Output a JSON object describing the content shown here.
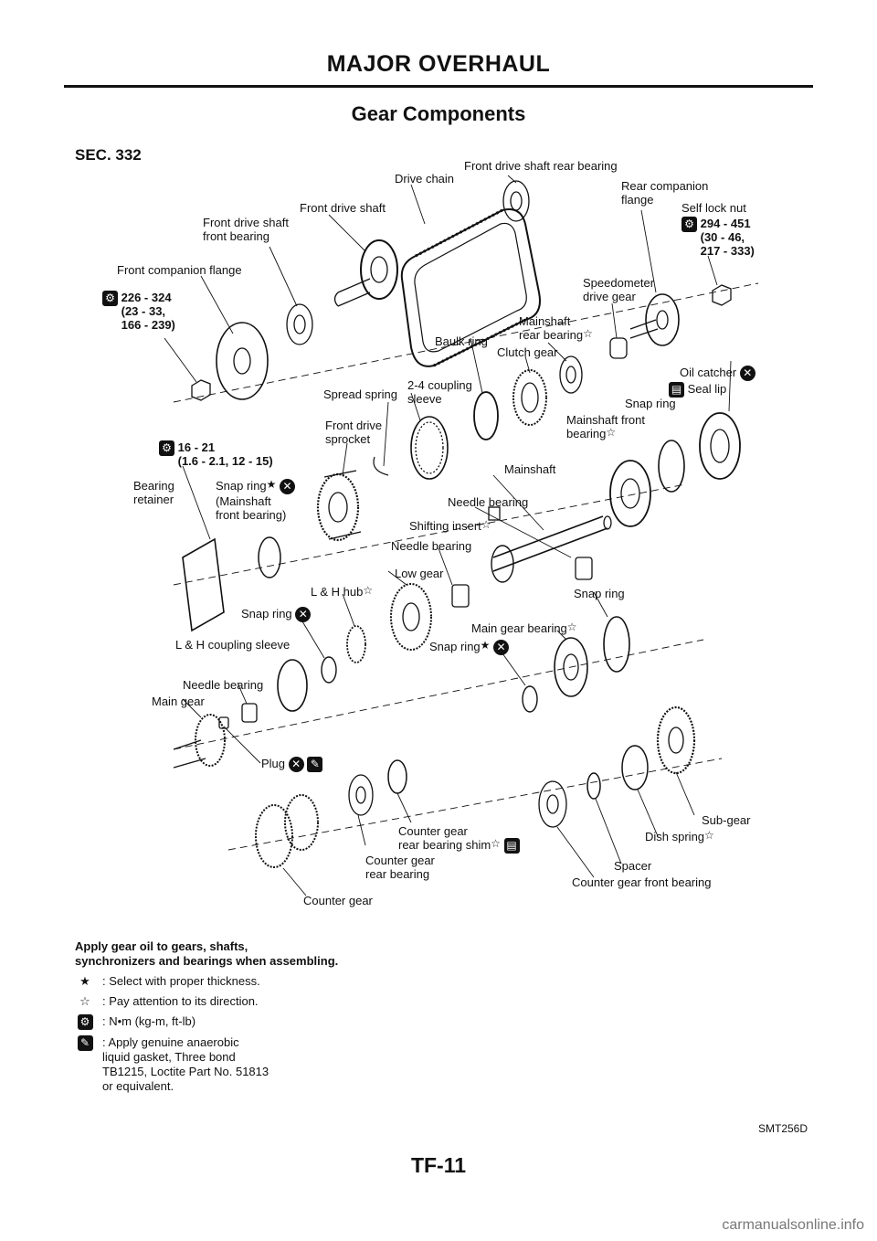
{
  "header": "MAJOR OVERHAUL",
  "title": "Gear Components",
  "section": "SEC. 332",
  "labels": {
    "drive_chain": "Drive chain",
    "front_drive_shaft_rear_bearing": "Front drive shaft rear bearing",
    "rear_companion_flange": "Rear companion\nflange",
    "self_lock_nut": "Self lock nut",
    "torque_self_lock_nut": "294 - 451\n(30 - 46,\n217 - 333)",
    "front_drive_shaft": "Front drive shaft",
    "front_drive_shaft_front_bearing": "Front drive shaft\nfront bearing",
    "front_companion_flange": "Front companion flange",
    "torque_front_flange": "226 - 324\n(23 - 33,\n166 - 239)",
    "speedometer_drive_gear": "Speedometer\ndrive gear",
    "mainshaft_rear_bearing": "Mainshaft\nrear bearing",
    "baulk_ring": "Baulk ring",
    "clutch_gear": "Clutch gear",
    "oil_catcher": "Oil catcher",
    "seal_lip": "Seal lip",
    "spread_spring": "Spread spring",
    "coupling_sleeve_24": "2-4 coupling\nsleeve",
    "snap_ring_1": "Snap ring",
    "mainshaft_front_bearing": "Mainshaft front\nbearing",
    "front_drive_sprocket": "Front drive\nsprocket",
    "torque_bearing_retainer": "16 - 21\n(1.6 - 2.1, 12 - 15)",
    "mainshaft": "Mainshaft",
    "bearing_retainer": "Bearing\nretainer",
    "snap_ring_mainshaft": "Snap ring",
    "snap_ring_mainshaft_sub": "(Mainshaft\nfront bearing)",
    "needle_bearing_1": "Needle bearing",
    "shifting_insert": "Shifting insert",
    "needle_bearing_2": "Needle bearing",
    "low_gear": "Low gear",
    "lh_hub": "L & H hub",
    "snap_ring_2": "Snap ring",
    "snap_ring_3": "Snap ring",
    "main_gear_bearing": "Main gear bearing",
    "lh_coupling_sleeve": "L & H coupling sleeve",
    "snap_ring_4": "Snap ring",
    "needle_bearing_3": "Needle bearing",
    "main_gear": "Main gear",
    "plug": "Plug",
    "counter_gear_rear_bearing_shim": "Counter gear\nrear bearing shim",
    "counter_gear_rear_bearing": "Counter gear\nrear bearing",
    "sub_gear": "Sub-gear",
    "dish_spring": "Dish spring",
    "spacer": "Spacer",
    "counter_gear_front_bearing": "Counter gear front bearing",
    "counter_gear": "Counter gear"
  },
  "notes": {
    "title": "Apply gear oil to gears, shafts,\nsynchronizers and bearings when assembling.",
    "legend": [
      {
        "symbol": "★",
        "text": ": Select with proper thickness."
      },
      {
        "symbol": "☆",
        "text": ": Pay attention to its direction."
      },
      {
        "symbol": "torque-wrench-icon",
        "text": ": N•m (kg-m, ft-lb)"
      },
      {
        "symbol": "sealant-tube-icon",
        "text": ": Apply genuine anaerobic\nliquid gasket, Three bond\nTB1215, Loctite Part No. 51813\nor equivalent."
      }
    ]
  },
  "figure_code": "SMT256D",
  "page_number": "TF-11",
  "watermark": "carmanualsonline.info"
}
